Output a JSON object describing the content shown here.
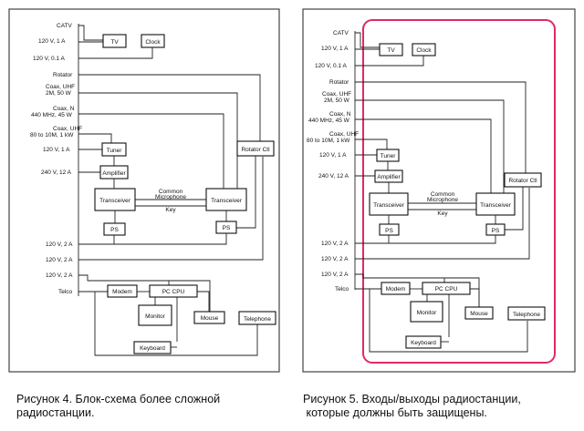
{
  "figures": [
    {
      "id": "fig4",
      "side_labels": {
        "catv": "CATV",
        "v120_1a_tv": "120 V, 1 A",
        "v120_01a": "120 V, 0.1 A",
        "rotator": "Rotator",
        "coax_uhf": [
          "Coax, UHF",
          "2M, 50 W"
        ],
        "coax_n": [
          "Coax, N",
          "440 MHz, 45 W"
        ],
        "coax_uhf2": [
          "Coax, UHF",
          "80 to 10M, 1 kW"
        ],
        "v120_1a": "120 V, 1 A",
        "v240_12a": "240 V, 12 A",
        "v120_2a_1": "120 V, 2 A",
        "v120_2a_2": "120 V, 2 A",
        "v120_2a_3": "120 V, 2 A",
        "telco": "Telco"
      },
      "boxes": {
        "tv": "TV",
        "clock": "Clock",
        "tuner": "Tuner",
        "amplifier": "Amplifier",
        "transceiver1": "Transceiver",
        "transceiver2": "Transceiver",
        "rotator_ctl": "Rotator Ctl",
        "ps1": "PS",
        "ps2": "PS",
        "modem": "Modem",
        "pc_cpu": "PC CPU",
        "monitor": "Monitor",
        "mouse": "Mouse",
        "telephone": "Telephone",
        "keyboard": "Keyboard"
      },
      "mid_labels": {
        "common": "Common",
        "microphone": "Microphone",
        "key": "Key"
      }
    },
    {
      "id": "fig5",
      "side_labels": {
        "catv": "CATV",
        "v120_1a_tv": "120 V, 1 A",
        "v120_01a": "120 V, 0.1 A",
        "rotator": "Rotator",
        "coax_uhf": [
          "Coax, UHF",
          "2M, 50 W"
        ],
        "coax_n": [
          "Coax, N",
          "440 MHz, 45 W"
        ],
        "coax_uhf2": [
          "Coax, UHF",
          "80 to 10M, 1 kW"
        ],
        "v120_1a": "120 V, 1 A",
        "v240_12a": "240 V, 12 A",
        "v120_2a_1": "120 V, 2 A",
        "v120_2a_2": "120 V, 2 A",
        "v120_2a_3": "120 V, 2 A",
        "telco": "Telco"
      },
      "boxes": {
        "tv": "TV",
        "clock": "Clock",
        "tuner": "Tuner",
        "amplifier": "Amplifier",
        "transceiver1": "Transceiver",
        "transceiver2": "Transceiver",
        "rotator_ctl": "Rotator Ctl",
        "ps1": "PS",
        "ps2": "PS",
        "modem": "Modem",
        "pc_cpu": "PC CPU",
        "monitor": "Monitor",
        "mouse": "Mouse",
        "telephone": "Telephone",
        "keyboard": "Keyboard"
      },
      "mid_labels": {
        "common": "Common",
        "microphone": "Microphone",
        "key": "Key"
      },
      "highlight_color": "#e0286a"
    }
  ],
  "captions": {
    "fig4": [
      "Рисунок 4.  Блок-схема более сложной",
      "радиостанции."
    ],
    "fig5": [
      "Рисунок 5. Входы/выходы радиостанции,",
      " которые должны быть защищены."
    ]
  }
}
